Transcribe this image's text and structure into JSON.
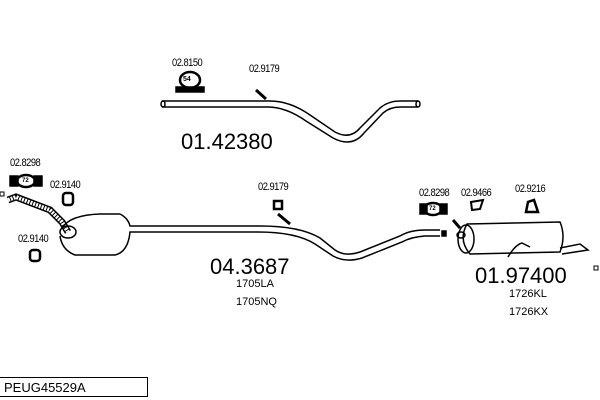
{
  "diagram_code": "PEUG45529A",
  "parts": {
    "front_pipe_top": {
      "number": "01.42380"
    },
    "middle_section": {
      "number": "04.3687",
      "refs": [
        "1705LA",
        "1705NQ"
      ]
    },
    "rear_silencer": {
      "number": "01.97400",
      "refs": [
        "1726KL",
        "1726KX"
      ]
    }
  },
  "accessories": {
    "clamp_top": {
      "number": "02.8150",
      "badge": "54"
    },
    "hanger_top": {
      "number": "02.9179"
    },
    "clamp_left": {
      "number": "02.8298",
      "badge": "72"
    },
    "rubber_left_upper": {
      "number": "02.9140"
    },
    "rubber_left_lower": {
      "number": "02.9140"
    },
    "hanger_middle": {
      "number": "02.9179"
    },
    "clamp_right": {
      "number": "02.8298",
      "badge": "72"
    },
    "mount_right_a": {
      "number": "02.9466"
    },
    "mount_right_b": {
      "number": "02.9216"
    }
  }
}
